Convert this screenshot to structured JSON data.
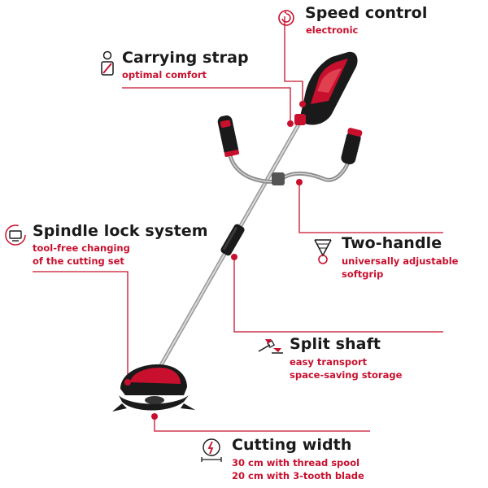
{
  "accent_color": "#c8102e",
  "callouts": {
    "speed_control": {
      "title": "Speed control",
      "lines": [
        "electronic"
      ],
      "icon": "speed-dial-icon"
    },
    "carrying_strap": {
      "title": "Carrying strap",
      "lines": [
        "optimal comfort"
      ],
      "icon": "person-strap-icon"
    },
    "spindle_lock": {
      "title": "Spindle lock system",
      "lines": [
        "tool-free changing",
        "of the cutting set"
      ],
      "icon": "monitor-lock-icon"
    },
    "two_handle": {
      "title": "Two-handle",
      "lines": [
        "universally adjustable",
        "softgrip"
      ],
      "icon": "bike-handle-icon"
    },
    "split_shaft": {
      "title": "Split shaft",
      "lines": [
        "easy transport",
        "space-saving storage"
      ],
      "icon": "split-shaft-icon"
    },
    "cutting_width": {
      "title": "Cutting width",
      "lines": [
        "30 cm with thread spool",
        "20 cm with 3-tooth blade"
      ],
      "icon": "cutting-width-icon"
    }
  }
}
